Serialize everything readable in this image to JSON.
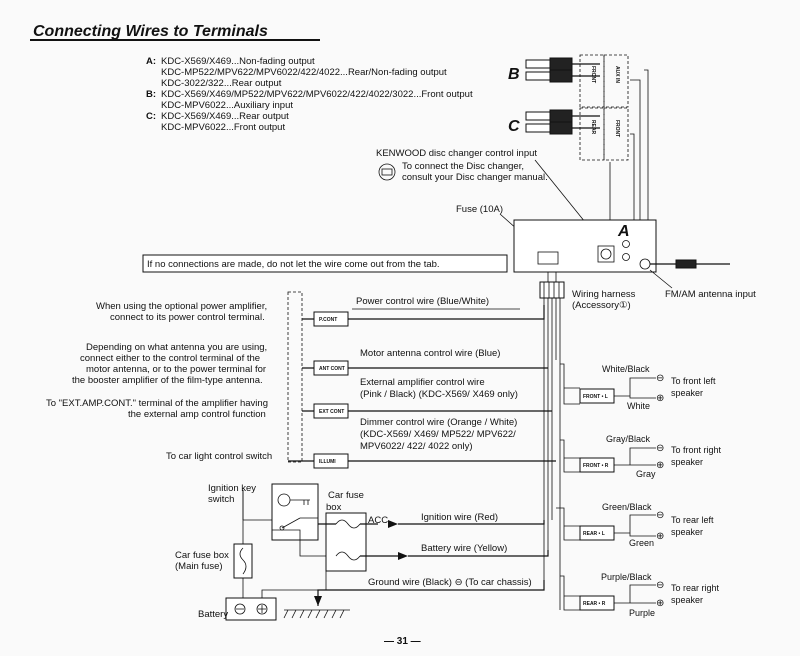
{
  "title": "Connecting Wires to Terminals",
  "models": [
    {
      "label": "A:",
      "lines": [
        "KDC-X569/X469...Non-fading output",
        "KDC-MP522/MPV622/MPV6022/422/4022...Rear/Non-fading output",
        "KDC-3022/322...Rear output"
      ]
    },
    {
      "label": "B:",
      "lines": [
        "KDC-X569/X469/MP522/MPV622/MPV6022/422/4022/3022...Front output",
        "KDC-MPV6022...Auxiliary input"
      ]
    },
    {
      "label": "C:",
      "lines": [
        "KDC-X569/X469...Rear output",
        "KDC-MPV6022...Front output"
      ]
    }
  ],
  "connector_labels": {
    "b": "B",
    "c": "C",
    "a": "A"
  },
  "rca_labels": {
    "front": "FRONT",
    "aux_in": "AUX IN",
    "rear": "REAR",
    "front2": "FRONT"
  },
  "disc_changer": {
    "title": "KENWOOD disc changer control input",
    "note_line1": "To connect the Disc changer,",
    "note_line2": "consult your Disc changer manual."
  },
  "fuse": "Fuse (10A)",
  "warning": "If no connections are made, do not let the wire come out from the tab.",
  "antenna_input": "FM/AM antenna input",
  "harness": {
    "line1": "Wiring harness",
    "line2": "(Accessory①)"
  },
  "left_notes": {
    "amp_line1": "When using the optional power amplifier,",
    "amp_line2": "connect to its power control terminal.",
    "ant_line1": "Depending on what antenna you are using,",
    "ant_line2": "connect either to the control terminal of the",
    "ant_line3": "motor antenna, or to the power terminal for",
    "ant_line4": "the booster amplifier of the film-type antenna.",
    "ext_line1": "To \"EXT.AMP.CONT.\" terminal of the amplifier having",
    "ext_line2": "the external amp control function",
    "illumi": "To car light control switch"
  },
  "terminal_tags": [
    "P.CONT",
    "ANT CONT",
    "EXT CONT",
    "ILLUMI"
  ],
  "wires": {
    "power": "Power control wire (Blue/White)",
    "motor": "Motor antenna control wire (Blue)",
    "ext_line1": "External amplifier control wire",
    "ext_line2": "(Pink / Black) (KDC-X569/ X469 only)",
    "dim_line1": "Dimmer control wire (Orange / White)",
    "dim_line2": "(KDC-X569/ X469/ MP522/ MPV622/",
    "dim_line3": "MPV6022/ 422/ 4022 only)",
    "ignition": "Ignition wire (Red)",
    "battery": "Battery wire (Yellow)",
    "ground": "Ground wire (Black) ⊖ (To car chassis)"
  },
  "ignition_switch": {
    "line1": "Ignition key",
    "line2": "switch"
  },
  "car_fuse_box": {
    "line1": "Car fuse",
    "line2": "box",
    "acc": "ACC"
  },
  "main_fuse": {
    "line1": "Car fuse box",
    "line2": "(Main fuse)"
  },
  "battery": "Battery",
  "speakers": [
    {
      "color_pair": "White/Black",
      "color": "White",
      "tag": "FRONT • L",
      "line1": "To front left",
      "line2": "speaker"
    },
    {
      "color_pair": "Gray/Black",
      "color": "Gray",
      "tag": "FRONT • R",
      "line1": "To front right",
      "line2": "speaker"
    },
    {
      "color_pair": "Green/Black",
      "color": "Green",
      "tag": "REAR • L",
      "line1": "To rear left",
      "line2": "speaker"
    },
    {
      "color_pair": "Purple/Black",
      "color": "Purple",
      "tag": "REAR • R",
      "line1": "To rear right",
      "line2": "speaker"
    }
  ],
  "minus_sign": "⊖",
  "plus_sign": "⊕",
  "page_number": "— 31 —"
}
